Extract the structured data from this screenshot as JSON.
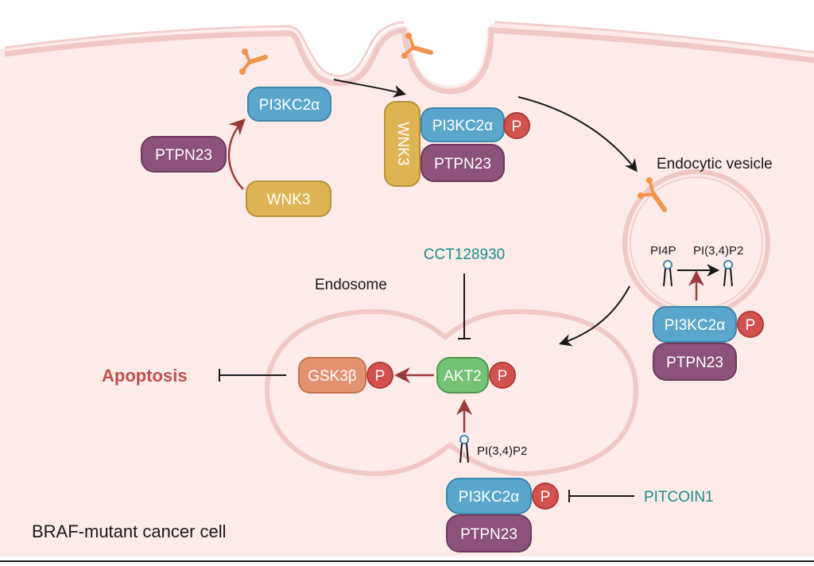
{
  "colors": {
    "cytoplasm": "#fcebe9",
    "membrane_stroke": "#f0c8c6",
    "pi3kc2a": "#5aa6cc",
    "ptpn23": "#8d5279",
    "wnk3": "#deb454",
    "akt2": "#74c273",
    "gsk3b": "#e39370",
    "phospho": "#d4524d",
    "activation_arrow": "#9a3a3a",
    "drug_text": "#1a8f8a",
    "apoptosis_text": "#c0504d",
    "ligand": "#f0944d"
  },
  "labels": {
    "pi3kc2a": "PI3KC2α",
    "ptpn23": "PTPN23",
    "wnk3": "WNK3",
    "phospho": "P",
    "akt2": "AKT2",
    "gsk3b": "GSK3β",
    "pi4p": "PI4P",
    "pi34p2": "PI(3,4)P2",
    "endocytic_vesicle": "Endocytic vesicle",
    "endosome": "Endosome",
    "cct128930": "CCT128930",
    "pitcoin1": "PITCOIN1",
    "apoptosis": "Apoptosis",
    "cell": "BRAF-mutant cancer cell"
  },
  "icons": [
    "ligand-receptor-icon",
    "phospholipid-icon",
    "inhibition-bar-icon",
    "arrow-icon"
  ]
}
